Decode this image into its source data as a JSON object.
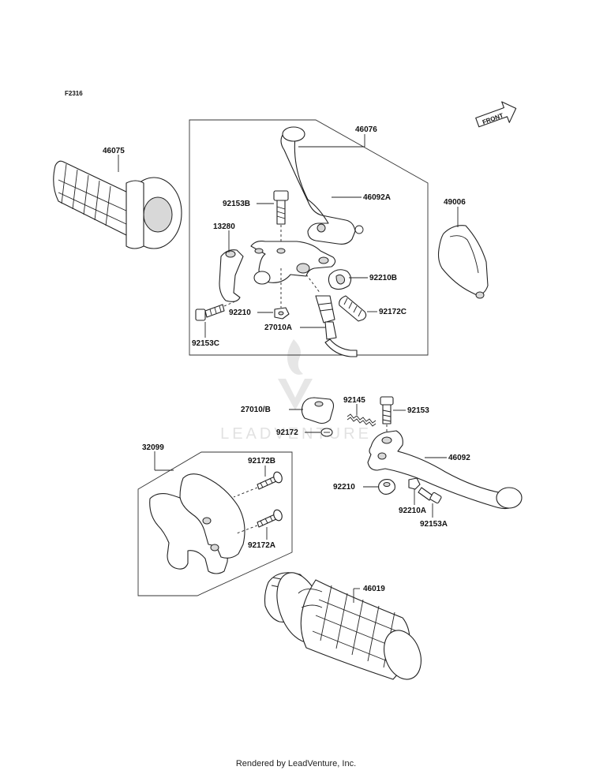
{
  "figure_code": "F2316",
  "front_label": "FRONT",
  "watermark": "LEADVENTURE",
  "footer": "Rendered by LeadVenture, Inc.",
  "parts": {
    "p46075": "46075",
    "p46076": "46076",
    "p46092A": "46092A",
    "p92153B": "92153B",
    "p13280": "13280",
    "p49006": "49006",
    "p92210B": "92210B",
    "p92210": "92210",
    "p92172C": "92172C",
    "p27010A": "27010A",
    "p92153C": "92153C",
    "p27010B": "27010/B",
    "p92145": "92145",
    "p92153": "92153",
    "p92172": "92172",
    "p32099": "32099",
    "p92172B": "92172B",
    "p46092": "46092",
    "p92210_2": "92210",
    "p92210A": "92210A",
    "p92153A": "92153A",
    "p92172A": "92172A",
    "p46019": "46019"
  }
}
